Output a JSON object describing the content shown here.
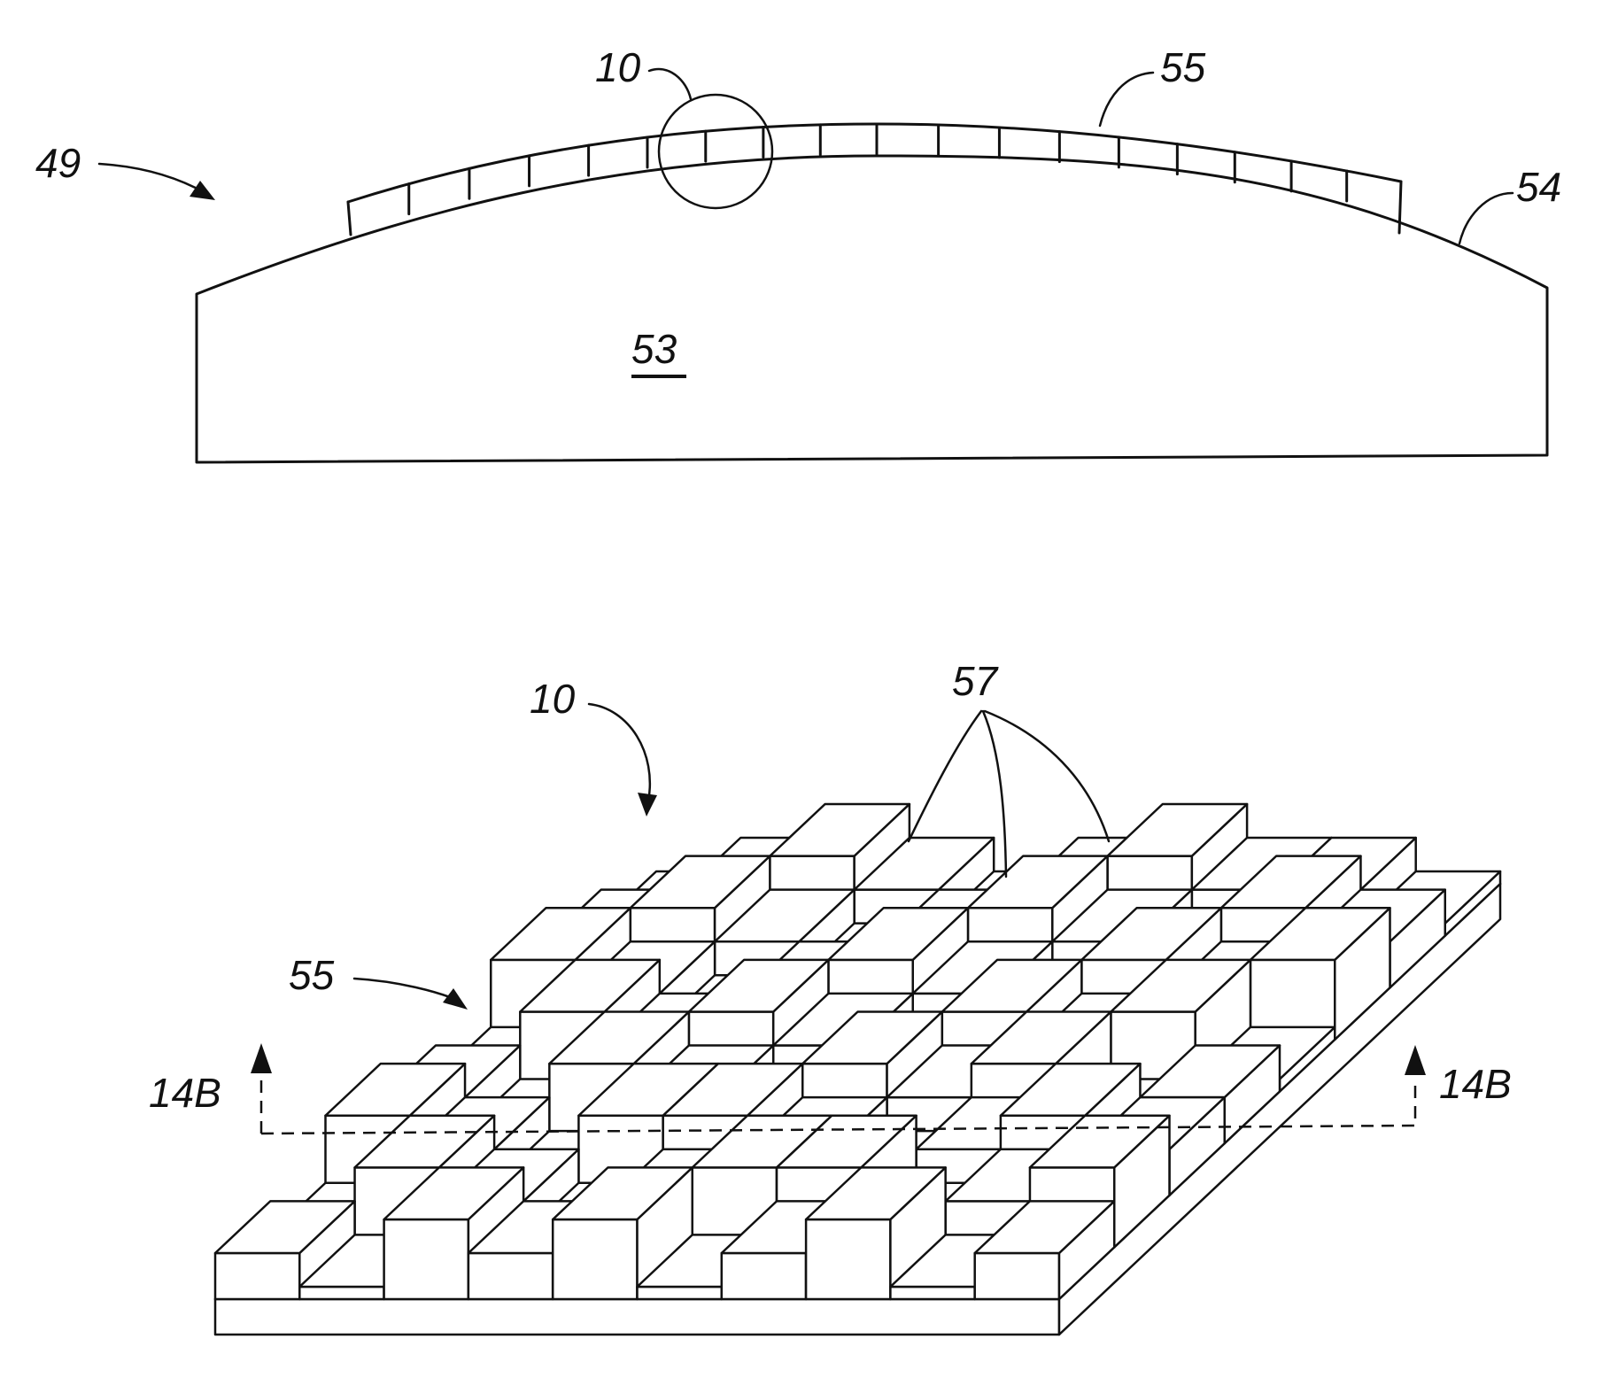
{
  "figure": {
    "labels": {
      "assembly": "49",
      "detail_circle": "10",
      "surface_layer_top": "55",
      "curved_surface": "54",
      "body": "53",
      "detail_view": "10",
      "pixels": "57",
      "surface_layer_detail": "55",
      "section_left": "14B",
      "section_right": "14B"
    },
    "relief_rows": [
      [
        1,
        0,
        2,
        1,
        2,
        0,
        1,
        2,
        0,
        1
      ],
      [
        0,
        2,
        1,
        0,
        1,
        2,
        2,
        0,
        1,
        2
      ],
      [
        2,
        1,
        0,
        2,
        2,
        1,
        0,
        1,
        2,
        1
      ],
      [
        1,
        0,
        2,
        1,
        0,
        2,
        1,
        2,
        0,
        1
      ],
      [
        0,
        2,
        1,
        2,
        1,
        0,
        2,
        1,
        2,
        0
      ],
      [
        2,
        1,
        0,
        1,
        2,
        1,
        0,
        2,
        1,
        2
      ],
      [
        1,
        2,
        1,
        0,
        1,
        2,
        1,
        0,
        2,
        1
      ],
      [
        0,
        1,
        2,
        1,
        0,
        1,
        2,
        1,
        1,
        0
      ]
    ]
  }
}
